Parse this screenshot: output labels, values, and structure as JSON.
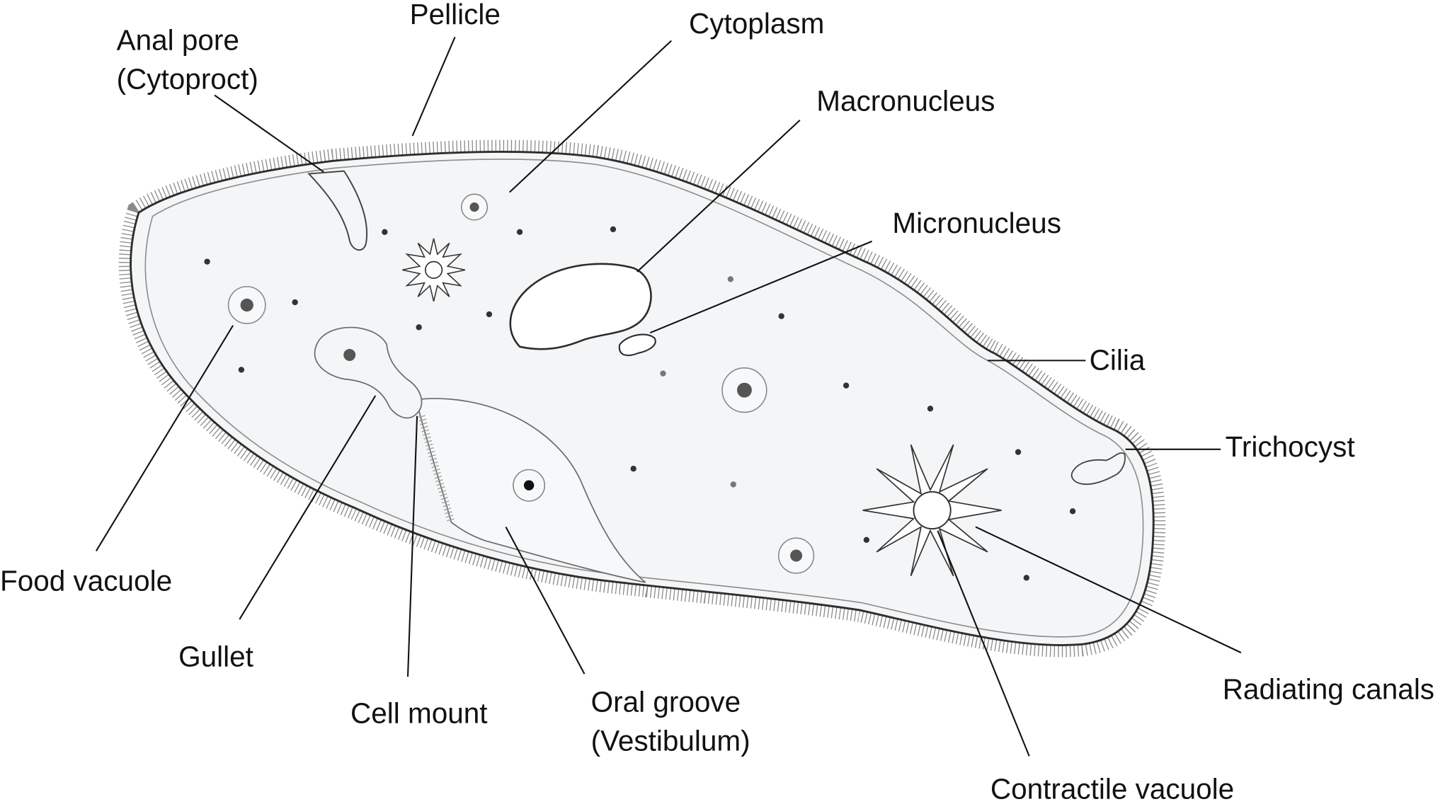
{
  "labels": {
    "pellicle": "Pellicle",
    "anal_pore": [
      "Anal pore",
      "(Cytoproct)"
    ],
    "cytoplasm": "Cytoplasm",
    "macronucleus": "Macronucleus",
    "micronucleus": "Micronucleus",
    "cilia": "Cilia",
    "trichocyst": "Trichocyst",
    "food_vacuole": "Food vacuole",
    "gullet": "Gullet",
    "cell_mount": "Cell mount",
    "oral_groove": [
      "Oral groove",
      "(Vestibulum)"
    ],
    "radiating_canals": "Radiating canals",
    "contractile_vacuole": "Contractile vacuole"
  },
  "colors": {
    "cytoplasm_fill": "#f4f5f6",
    "outline": "#3a3a3a",
    "cilia": "#8a8a8a",
    "granule": "#333333",
    "leader_line": "#111111"
  }
}
